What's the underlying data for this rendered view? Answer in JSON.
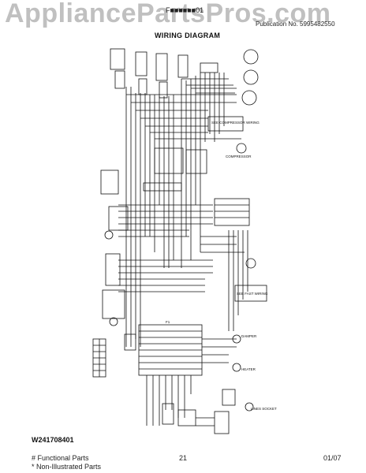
{
  "watermark": "AppliancePartsPros.com",
  "header": {
    "model_fragment": "F■■■■■■01",
    "publication": "Publication No. 5995482550"
  },
  "title": "WIRING DIAGRAM",
  "diagram_code": "W241708401",
  "footer": {
    "functional_parts": "# Functional Parts",
    "non_illustrated": "* Non-Illustrated Parts",
    "page_number": "21",
    "date": "01/07"
  },
  "labels": {
    "compressor_wiring": "SEE COMPRESSOR WIRING",
    "compressor": "COMPRESSOR",
    "panel": "F1",
    "lines_socket": "LINES SOCKET",
    "see_fast_wiring": "SEE FAST WIRING",
    "damper": "DAMPER",
    "heater": "HEATER"
  },
  "colors": {
    "line": "#111111",
    "watermark": "#8c8c8c"
  }
}
